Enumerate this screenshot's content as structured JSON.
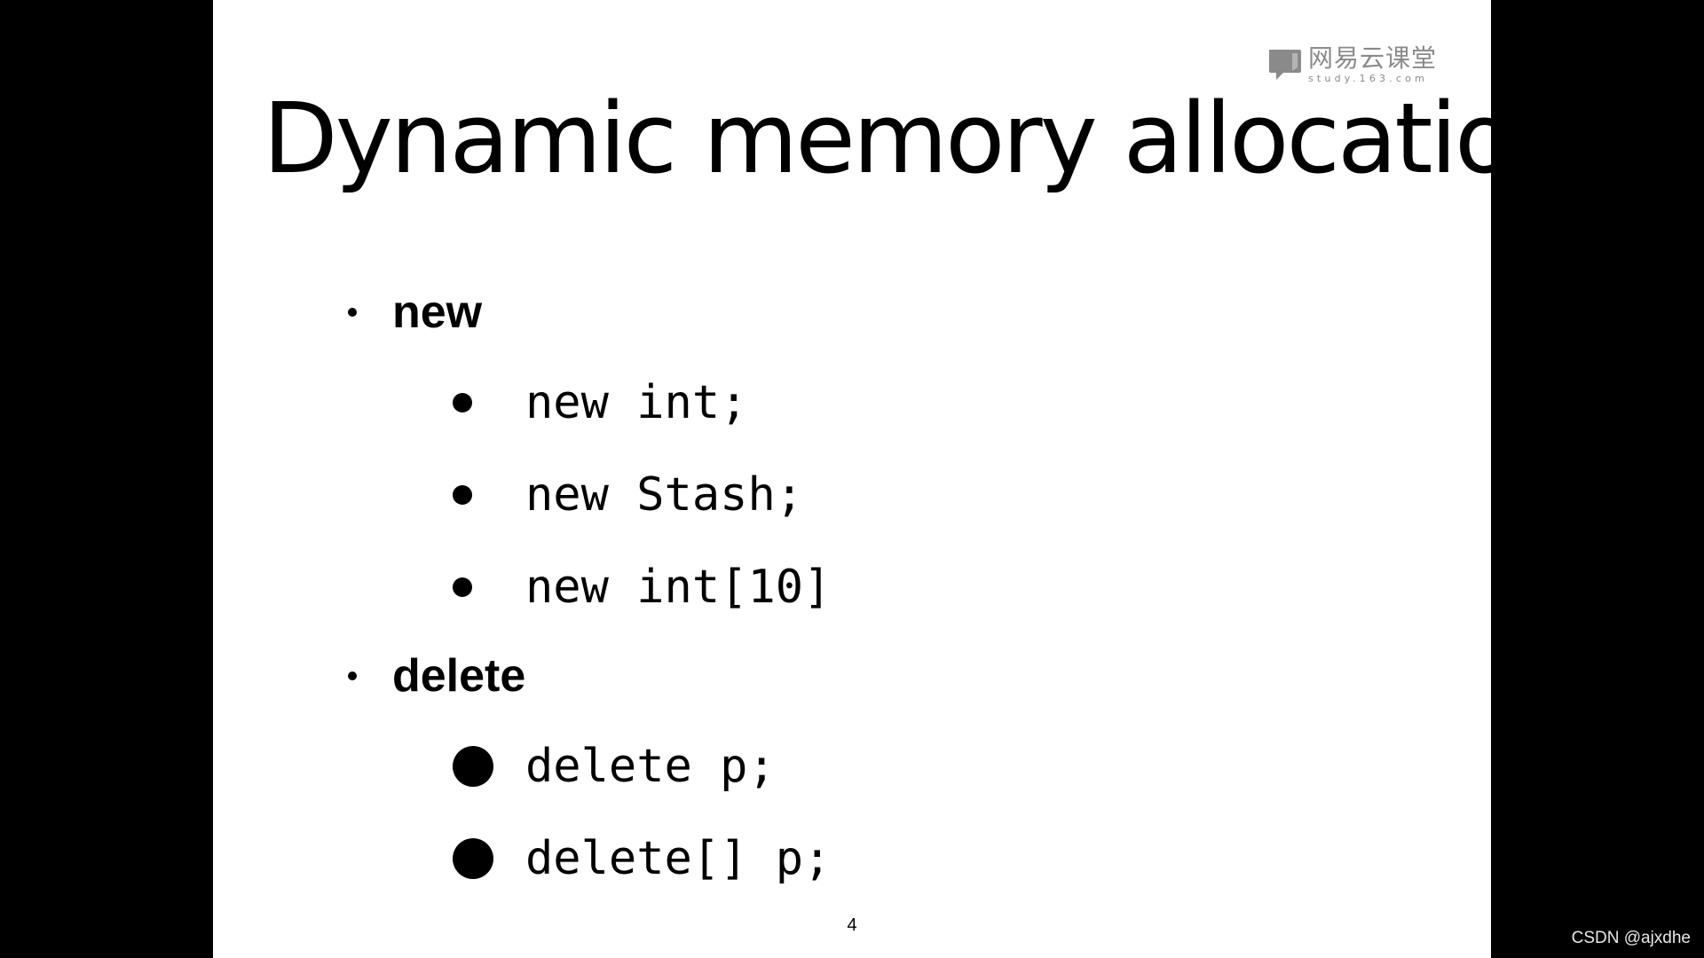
{
  "logo": {
    "name": "网易云课堂",
    "url": "study.163.com",
    "icon": "speech-bubble-icon",
    "color": "#8a8a8a"
  },
  "slide": {
    "title": "Dynamic memory allocation",
    "sections": [
      {
        "label": "new",
        "items": [
          "new int;",
          "new Stash;",
          "new int[10]"
        ]
      },
      {
        "label": "delete",
        "items": [
          "delete p;",
          "delete[] p;"
        ]
      }
    ],
    "page_number": "4"
  },
  "watermark": "CSDN @ajxdhe"
}
